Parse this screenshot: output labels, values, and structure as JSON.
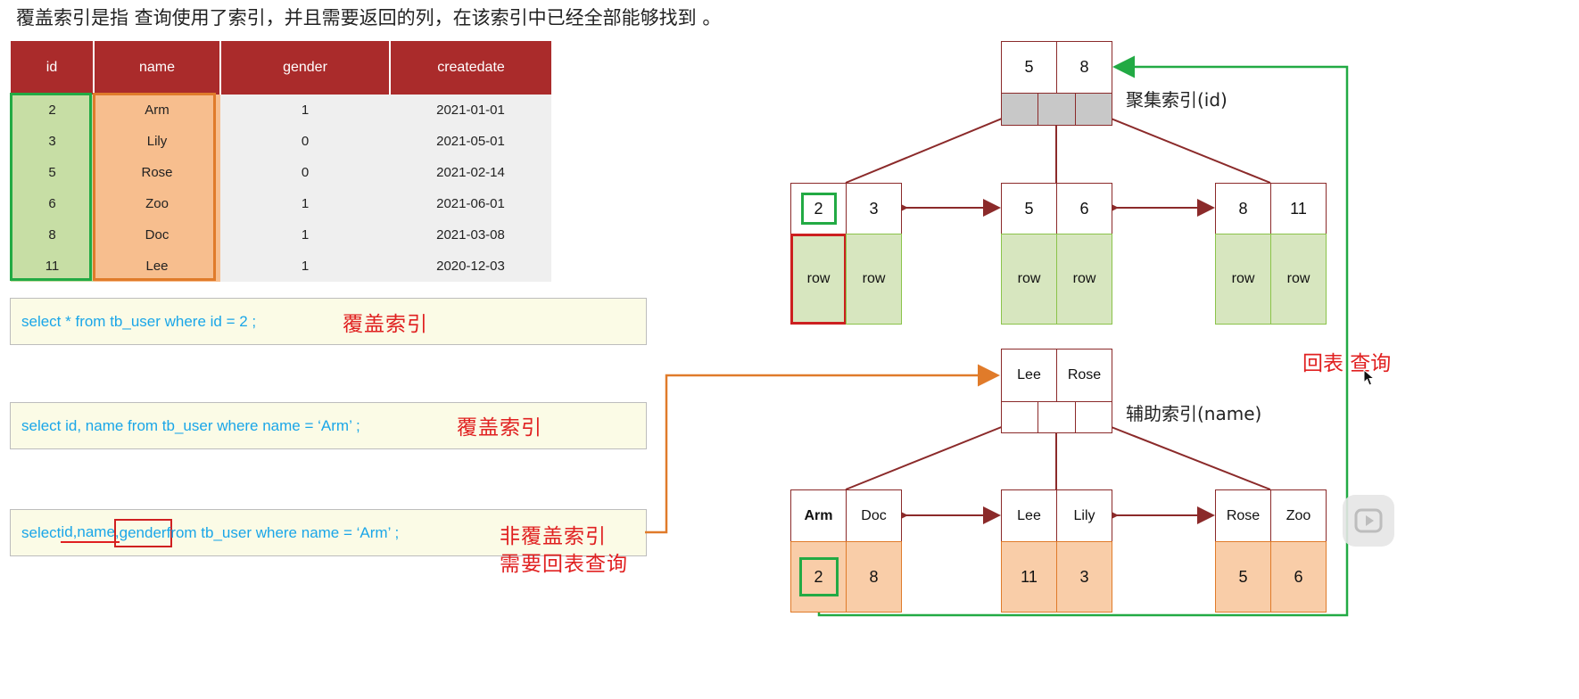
{
  "title": "覆盖索引是指 查询使用了索引，并且需要返回的列，在该索引中已经全部能够找到 。",
  "table": {
    "headers": [
      "id",
      "name",
      "gender",
      "createdate"
    ],
    "rows": [
      [
        "2",
        "Arm",
        "1",
        "2021-01-01"
      ],
      [
        "3",
        "Lily",
        "0",
        "2021-05-01"
      ],
      [
        "5",
        "Rose",
        "0",
        "2021-02-14"
      ],
      [
        "6",
        "Zoo",
        "1",
        "2021-06-01"
      ],
      [
        "8",
        "Doc",
        "1",
        "2021-03-08"
      ],
      [
        "11",
        "Lee",
        "1",
        "2020-12-03"
      ]
    ]
  },
  "queries": [
    {
      "sql": "select  *  from  tb_user  where  id  =  2 ;",
      "tag": "覆盖索引"
    },
    {
      "sql": "select  id, name  from  tb_user  where  name = ‘Arm’ ;",
      "tag": "覆盖索引"
    },
    {
      "sql_prefix": "select  ",
      "sql_id_name": "id,name,",
      "sql_gender": "gender",
      "sql_suffix": " from  tb_user  where  name = ‘Arm’ ;",
      "tag_line1": "非覆盖索引",
      "tag_line2": "需要回表查询"
    }
  ],
  "clustered_index": {
    "label": "聚集索引(id)",
    "root": [
      "5",
      "8"
    ],
    "leaves": [
      {
        "keys": [
          "2",
          "3"
        ],
        "data": [
          "row",
          "row"
        ]
      },
      {
        "keys": [
          "5",
          "6"
        ],
        "data": [
          "row",
          "row"
        ]
      },
      {
        "keys": [
          "8",
          "11"
        ],
        "data": [
          "row",
          "row"
        ]
      }
    ]
  },
  "secondary_index": {
    "label": "辅助索引(name)",
    "root": [
      "Lee",
      "Rose"
    ],
    "leaves": [
      {
        "keys": [
          "Arm",
          "Doc"
        ],
        "data": [
          "2",
          "8"
        ]
      },
      {
        "keys": [
          "Lee",
          "Lily"
        ],
        "data": [
          "11",
          "3"
        ]
      },
      {
        "keys": [
          "Rose",
          "Zoo"
        ],
        "data": [
          "5",
          "6"
        ]
      }
    ]
  },
  "back_query_label": "回表 查询",
  "colors": {
    "header": "#aa2b2b",
    "id_col": "#c7dea5",
    "name_col": "#f7be8e",
    "sql_text": "#1aa6e8",
    "tag": "#e02020",
    "node_border": "#8b2a2a",
    "green_arrow": "#22aa44",
    "orange_arrow": "#e07b2a"
  }
}
